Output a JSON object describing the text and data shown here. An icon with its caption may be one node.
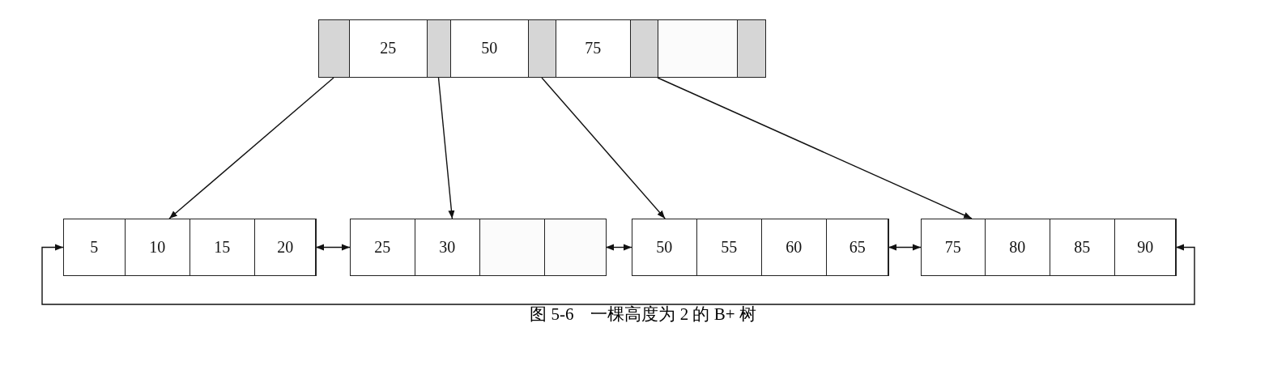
{
  "diagram": {
    "caption": "图 5-6　一棵高度为 2 的 B+ 树",
    "nodes": [
      {
        "text": [],
        "shape": "box"
      },
      {
        "text": [],
        "shape": "box",
        "in": 0
      },
      {
        "text": [
          "25"
        ],
        "in": 0
      },
      {
        "text": [],
        "shape": "box",
        "in": 0
      },
      {
        "text": [
          "50"
        ],
        "in": 0
      },
      {
        "text": [],
        "shape": "box",
        "in": 0
      },
      {
        "text": [
          "75"
        ],
        "in": 0
      },
      {
        "text": [],
        "shape": "box",
        "in": 0
      },
      {
        "text": [],
        "shape": "box",
        "in": 0
      },
      {
        "text": [],
        "shape": "box",
        "in": 0
      },
      {
        "text": [],
        "shape": "box"
      },
      {
        "text": [
          "5"
        ],
        "in": 10
      },
      {
        "text": [
          "10"
        ],
        "in": 10
      },
      {
        "text": [
          "15"
        ],
        "in": 10
      },
      {
        "text": [
          "20"
        ],
        "in": 10
      },
      {
        "text": [],
        "shape": "box"
      },
      {
        "text": [
          "25"
        ],
        "in": 15
      },
      {
        "text": [
          "30"
        ],
        "in": 15
      },
      {
        "text": [],
        "shape": "box",
        "in": 15
      },
      {
        "text": [],
        "shape": "box",
        "in": 15
      },
      {
        "text": [],
        "shape": "box"
      },
      {
        "text": [
          "50"
        ],
        "in": 20
      },
      {
        "text": [
          "55"
        ],
        "in": 20
      },
      {
        "text": [
          "60"
        ],
        "in": 20
      },
      {
        "text": [
          "65"
        ],
        "in": 20
      },
      {
        "text": [],
        "shape": "box"
      },
      {
        "text": [
          "75"
        ],
        "in": 25
      },
      {
        "text": [
          "80"
        ],
        "in": 25
      },
      {
        "text": [
          "85"
        ],
        "in": 25
      },
      {
        "text": [
          "90"
        ],
        "in": 25
      }
    ],
    "edges": [
      {
        "from": 1,
        "to": 10,
        "arrow": "to"
      },
      {
        "from": 3,
        "to": 15,
        "arrow": "to"
      },
      {
        "from": 5,
        "to": 20,
        "arrow": "to"
      },
      {
        "from": 7,
        "to": 25,
        "arrow": "to"
      },
      {
        "from": 10,
        "to": 15,
        "arrow": "both"
      },
      {
        "from": 15,
        "to": 20,
        "arrow": "both"
      },
      {
        "from": 20,
        "to": 25,
        "arrow": "both"
      },
      {
        "from": 25,
        "to": 10,
        "arrow": "both"
      }
    ]
  }
}
